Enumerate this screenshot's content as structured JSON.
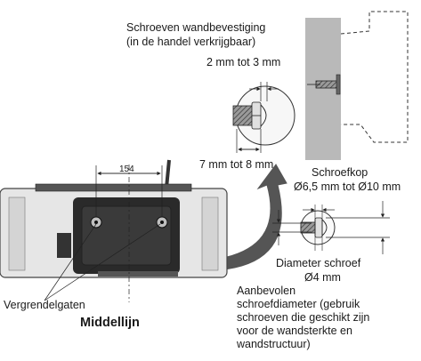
{
  "labels": {
    "screws_title_line1": "Schroeven wandbevestiging",
    "screws_title_line2": "(in de handel verkrijgbaar)",
    "screw_gap": "2 mm tot 3 mm",
    "screw_length": "7 mm tot 8 mm",
    "head_line1": "Schroefkop",
    "head_line2": "Ø6,5 mm tot Ø10 mm",
    "diameter_line1": "Diameter schroef",
    "diameter_line2": "Ø4 mm",
    "recommended_lines": [
      "Aanbevolen",
      "schroefdiameter (gebruik",
      "schroeven die geschikt zijn",
      "voor de wandsterkte en",
      "wandstructuur)"
    ],
    "hole_spacing": "154",
    "lock_holes": "Vergrendelgaten",
    "centerline": "Middellijn"
  },
  "colors": {
    "wall": "#b9b9b9",
    "device_dark": "#2a2a2a",
    "device_light": "#e6e6e6",
    "arrow": "#555555"
  }
}
